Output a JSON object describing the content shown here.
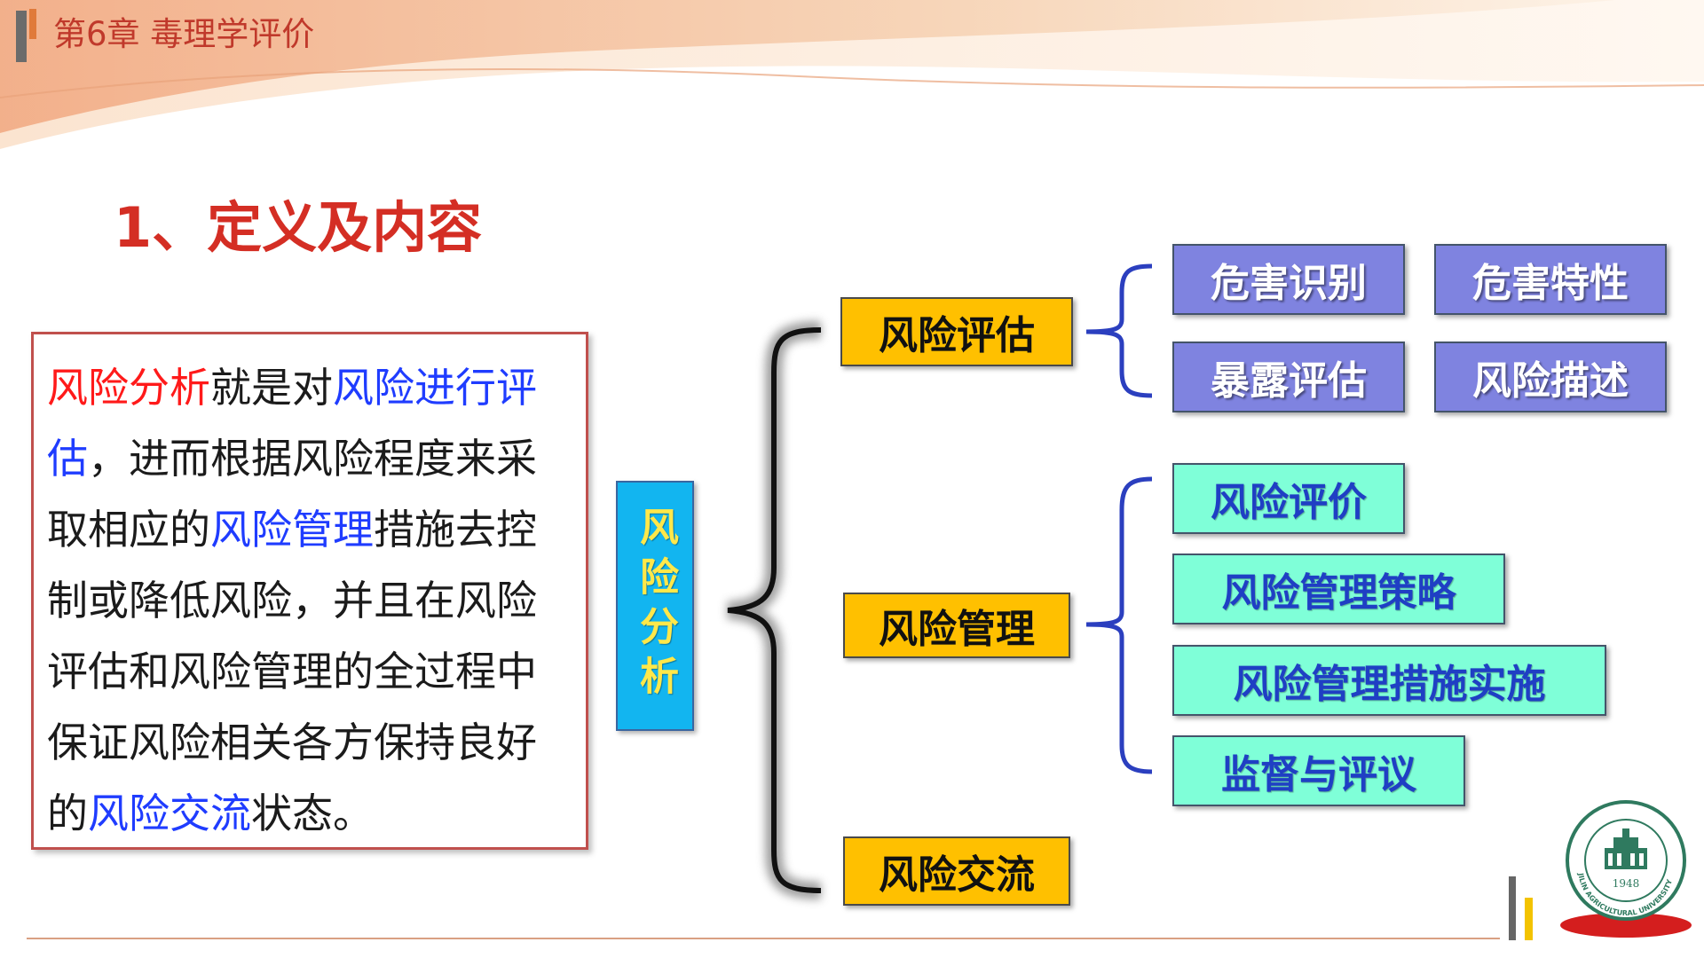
{
  "header": {
    "chapter_title": "第6章 毒理学评价"
  },
  "section": {
    "heading": "1、定义及内容"
  },
  "definition": {
    "segments": [
      {
        "text": "风险分析",
        "style": "red"
      },
      {
        "text": "就是对",
        "style": "plain"
      },
      {
        "text": "风险进行评估",
        "style": "blue"
      },
      {
        "text": "，进而根据风险程度来采取相应的",
        "style": "plain"
      },
      {
        "text": "风险管理",
        "style": "blue"
      },
      {
        "text": "措施去控制或降低风险，并且在风险评估和风险管理的全过程中保证风险相关各方保持良好的",
        "style": "plain"
      },
      {
        "text": "风险交流",
        "style": "blue"
      },
      {
        "text": "状态。",
        "style": "plain"
      }
    ]
  },
  "diagram": {
    "root": "风险分析",
    "branches": [
      {
        "label": "风险评估",
        "children": [
          "危害识别",
          "危害特性",
          "暴露评估",
          "风险描述"
        ]
      },
      {
        "label": "风险管理",
        "children": [
          "风险评价",
          "风险管理策略",
          "风险管理措施实施",
          "监督与评议"
        ]
      },
      {
        "label": "风险交流",
        "children": []
      }
    ]
  },
  "logo": {
    "year": "1948",
    "university_en": "JILIN AGRICULTURAL UNIVERSITY"
  },
  "colors": {
    "heading_red": "#d42e24",
    "definition_red": "#ff1a1a",
    "definition_blue": "#1f3cff",
    "root_fill": "#12b5f0",
    "branch_fill": "#ffc000",
    "assessment_child_fill": "#7f83e0",
    "management_child_fill": "#7fffd8"
  }
}
